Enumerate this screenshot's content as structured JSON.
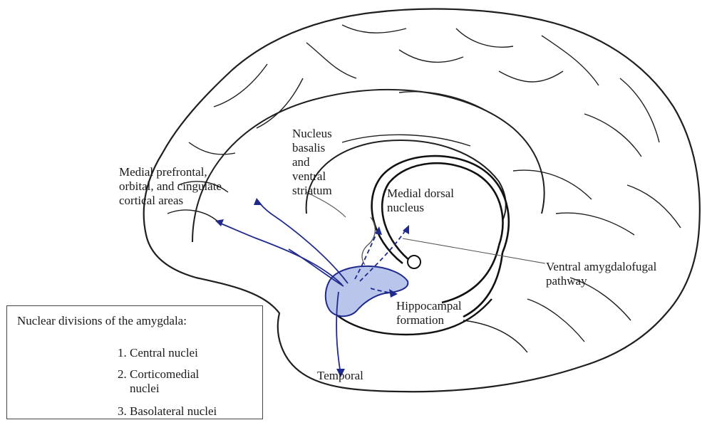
{
  "labels": {
    "prefrontal": "Medial prefrontal,\norbital, and cingulate\ncortical areas",
    "nucleus_basalis": "Nucleus\nbasalis\nand\nventral\nstriatum",
    "medial_dorsal": "Medial dorsal\nnucleus",
    "ventral_pathway": "Ventral amygdalofugal\npathway",
    "hippocampal": "Hippocampal\nformation",
    "temporal": "Temporal"
  },
  "legend": {
    "title": "Nuclear divisions of the amygdala:",
    "items": [
      {
        "label": "1. Central nuclei"
      },
      {
        "label": "2. Corticomedial\n    nuclei"
      },
      {
        "label": "3. Basolateral nuclei"
      }
    ]
  },
  "colors": {
    "outline": "#1f1f1f",
    "pathway": "#1f2a8c",
    "amygdala_fill": "#b9c5ea",
    "leader": "#555555"
  }
}
